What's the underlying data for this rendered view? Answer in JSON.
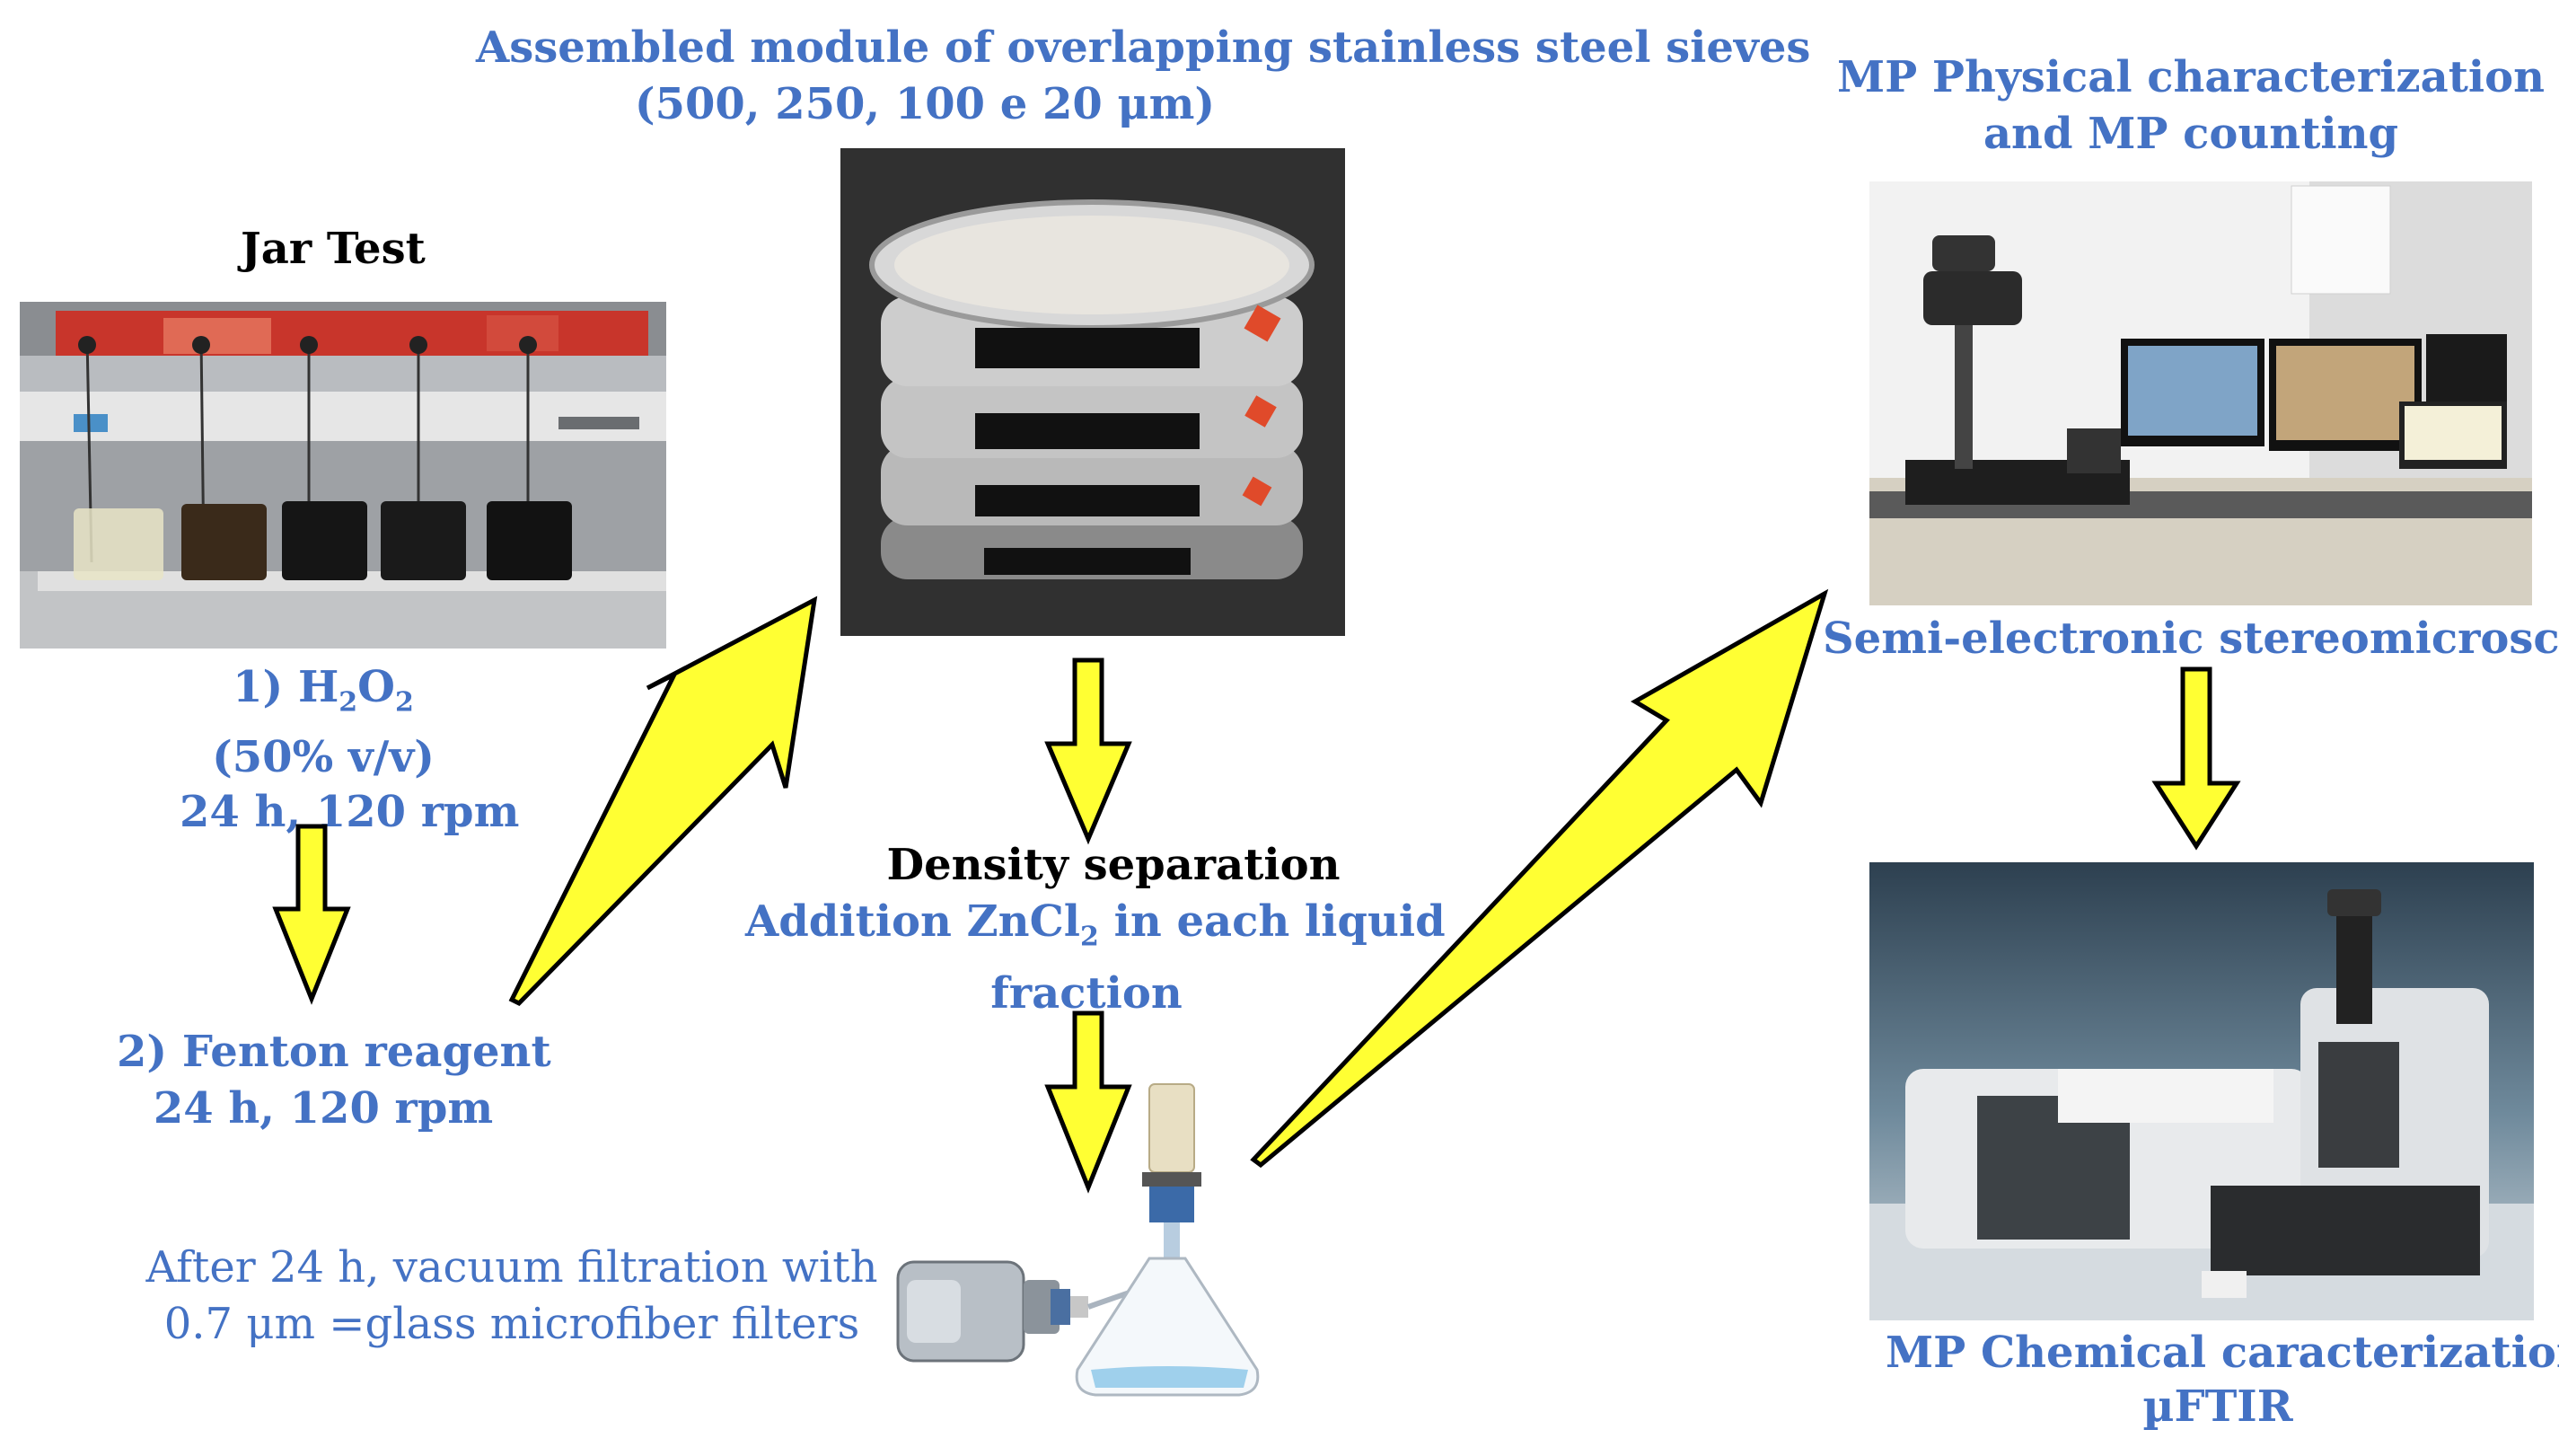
{
  "colors": {
    "label_blue": "#4472C4",
    "arrow_fill": "#FFFF33",
    "arrow_stroke": "#000000"
  },
  "labels": {
    "sieves_title_line1": "Assembled module of overlapping stainless steel sieves",
    "sieves_title_line2": "(500, 250, 100 e 20 μm)",
    "jar_test": "Jar Test",
    "step1_line1_prefix": "1) H",
    "step1_h2o2_sub1": "2",
    "step1_h2o2_mid": "O",
    "step1_h2o2_sub2": "2",
    "step1_line2": "(50% v/v)",
    "step1_line3": "24 h, 120 rpm",
    "step2_line1": "2) Fenton reagent",
    "step2_line2": "24 h, 120 rpm",
    "density_title": "Density separation",
    "density_line1_prefix": "Addition ZnCl",
    "density_sub": "2",
    "density_line1_suffix": " in each liquid",
    "density_line2": "fraction",
    "filtration_line1": "After 24 h, vacuum filtration with",
    "filtration_line2": "0.7 μm =glass microfiber filters",
    "mp_phys_line1": "MP Physical characterization",
    "mp_phys_line2": "and MP counting",
    "stereo_label": "Semi-electronic stereomicroscope",
    "mp_chem_line1": "MP Chemical caracterization",
    "mp_chem_line2": "µFTIR"
  },
  "images": {
    "jar_test_photo": "jar-test-apparatus-photo",
    "sieves_photo": "stacked-stainless-steel-sieves-photo",
    "vacuum_pump": "vacuum-pump-with-flask-illustration",
    "stereomicroscope_photo": "stereomicroscope-workstation-photo",
    "ftir_photo": "ftir-microscope-instrument-photo"
  }
}
